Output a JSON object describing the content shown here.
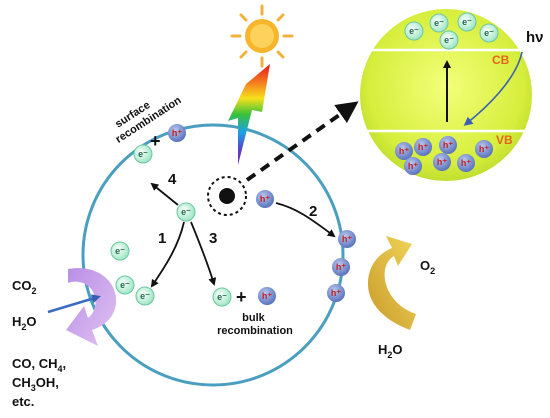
{
  "colors": {
    "particle_fill": "#ffffff",
    "particle_edge": "#4a9fc0",
    "electron": "#b8f0d8",
    "hole": "#6b86c9",
    "band_sphere": "#d9f24a",
    "sun": "#f5a623",
    "purple_arrow": "#c9a3e8",
    "gold_arrow": "#e8c54a"
  },
  "charges": {
    "electron": "e⁻",
    "hole": "h⁺"
  },
  "steps": {
    "one": "1",
    "two": "2",
    "three": "3",
    "four": "4"
  },
  "labels": {
    "surface_line1": "surface",
    "surface_line2": "recombination",
    "plus": "+",
    "bulk_line1": "bulk",
    "bulk_line2": "recombination",
    "cb": "CB",
    "vb": "VB",
    "hv": "hν"
  },
  "chemistry": {
    "co2": {
      "base": "CO",
      "sub": "2"
    },
    "h2o_left": {
      "base": "H",
      "sub": "2",
      "tail": "O"
    },
    "products_line1": {
      "a": "CO, CH",
      "sub": "4",
      "b": ","
    },
    "products_line2": {
      "a": "CH",
      "sub": "3",
      "b": "OH,"
    },
    "products_line3": "etc.",
    "o2": {
      "base": "O",
      "sub": "2"
    },
    "h2o_right": {
      "base": "H",
      "sub": "2",
      "tail": "O"
    }
  }
}
